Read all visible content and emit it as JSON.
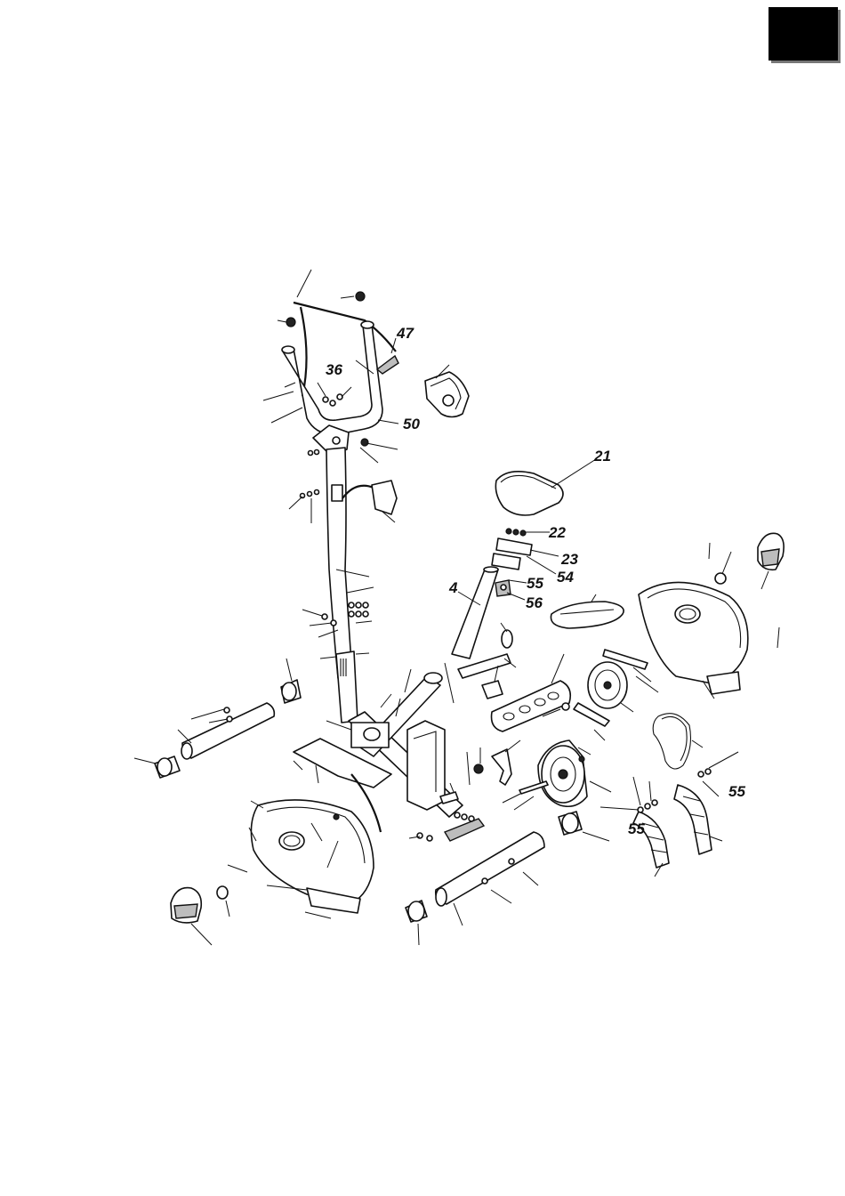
{
  "page": {
    "background": "#ffffff",
    "tab_color": "#000000"
  },
  "diagram": {
    "type": "exploded-parts-view",
    "callouts": [
      {
        "id": "c47",
        "label": "47"
      },
      {
        "id": "c36",
        "label": "36"
      },
      {
        "id": "c50",
        "label": "50"
      },
      {
        "id": "c21",
        "label": "21"
      },
      {
        "id": "c22",
        "label": "22"
      },
      {
        "id": "c23",
        "label": "23"
      },
      {
        "id": "c54",
        "label": "54"
      },
      {
        "id": "c4",
        "label": "4"
      },
      {
        "id": "c55a",
        "label": "55"
      },
      {
        "id": "c56",
        "label": "56"
      },
      {
        "id": "c55b",
        "label": "55"
      },
      {
        "id": "c55c",
        "label": "55"
      }
    ]
  }
}
